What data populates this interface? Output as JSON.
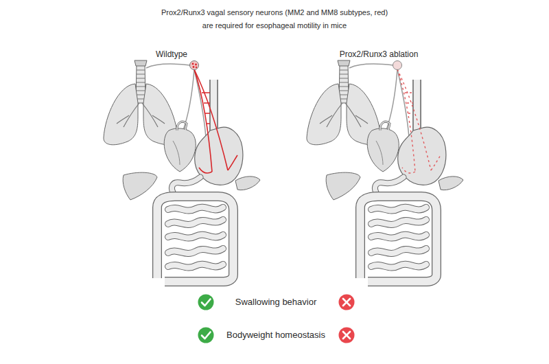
{
  "diagram": {
    "title": "Prox2/Runx3 vagal sensory neurons (MM2 and MM8 subtypes, red) are required for esophageal motility in mice",
    "labels": [
      "Wildtype",
      "Prox2/Runx3 ablation",
      "Swallowing behavior",
      "Bodyweight homeostasis"
    ]
  }
}
